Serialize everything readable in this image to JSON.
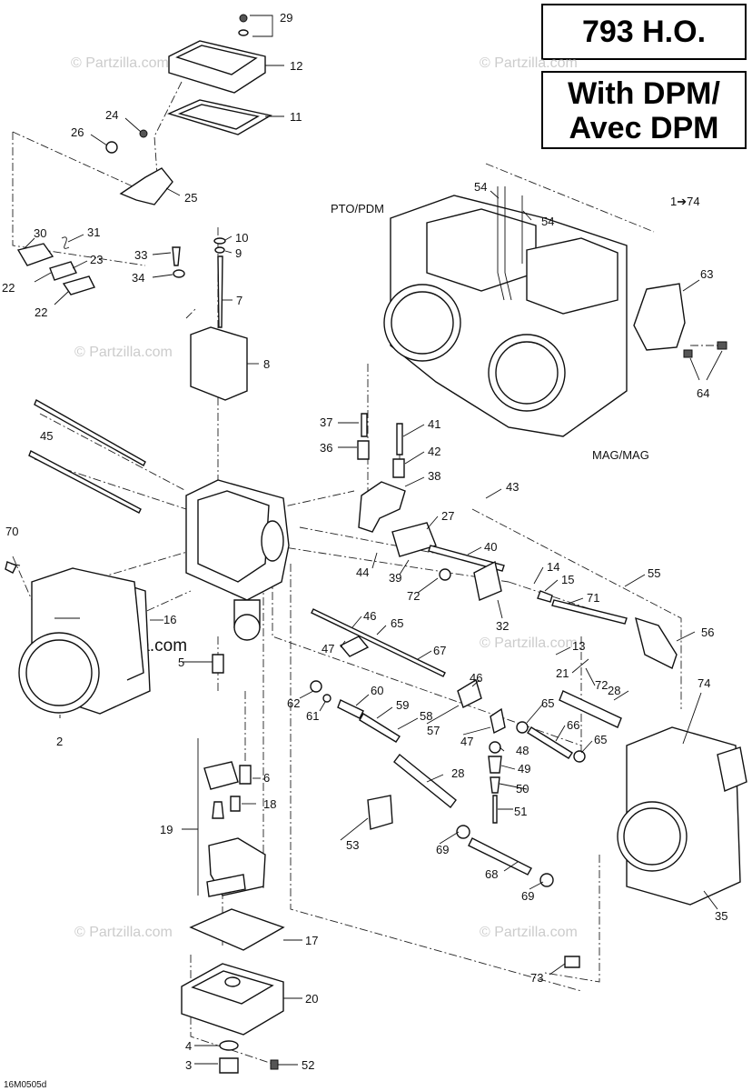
{
  "title": {
    "model": "793 H.O.",
    "variant_line1": "With DPM/",
    "variant_line2": "Avec DPM"
  },
  "assembly_labels": {
    "pto": "PTO/PDM",
    "mag": "MAG/MAG",
    "range": "1➔74"
  },
  "watermark": {
    "text": "© Partzilla.com",
    "overlay": "© Partzilla.com"
  },
  "drawing_code": "16M0505d",
  "callouts": {
    "c29": "29",
    "c12": "12",
    "c11": "11",
    "c24": "24",
    "c26": "26",
    "c25": "25",
    "c30": "30",
    "c31": "31",
    "c23": "23",
    "c22a": "22",
    "c22b": "22",
    "c10": "10",
    "c9": "9",
    "c33": "33",
    "c34": "34",
    "c7": "7",
    "c8": "8",
    "c54a": "54",
    "c54b": "54",
    "c63": "63",
    "c64": "64",
    "c37": "37",
    "c41": "41",
    "c36": "36",
    "c42": "42",
    "c38": "38",
    "c43": "43",
    "c45": "45",
    "c27": "27",
    "c40": "40",
    "c44": "44",
    "c39": "39",
    "c72a": "72",
    "c14": "14",
    "c15": "15",
    "c71": "71",
    "c55": "55",
    "c32": "32",
    "c70": "70",
    "c16": "16",
    "c46a": "46",
    "c65a": "65",
    "c47a": "47",
    "c67": "67",
    "c56": "56",
    "c13": "13",
    "c21": "21",
    "c72b": "72",
    "c74": "74",
    "c2": "2",
    "c5": "5",
    "c62": "62",
    "c61": "61",
    "c60": "60",
    "c59": "59",
    "c58": "58",
    "c57": "57",
    "c46b": "46",
    "c47b": "47",
    "c65b": "65",
    "c48": "48",
    "c49": "49",
    "c66": "66",
    "c65c": "65",
    "c28a": "28",
    "c28b": "28",
    "c50": "50",
    "c51": "51",
    "c6": "6",
    "c18": "18",
    "c19": "19",
    "c53": "53",
    "c69a": "69",
    "c68": "68",
    "c69b": "69",
    "c35": "35",
    "c17": "17",
    "c73": "73",
    "c20": "20",
    "c4": "4",
    "c3": "3",
    "c52": "52"
  }
}
